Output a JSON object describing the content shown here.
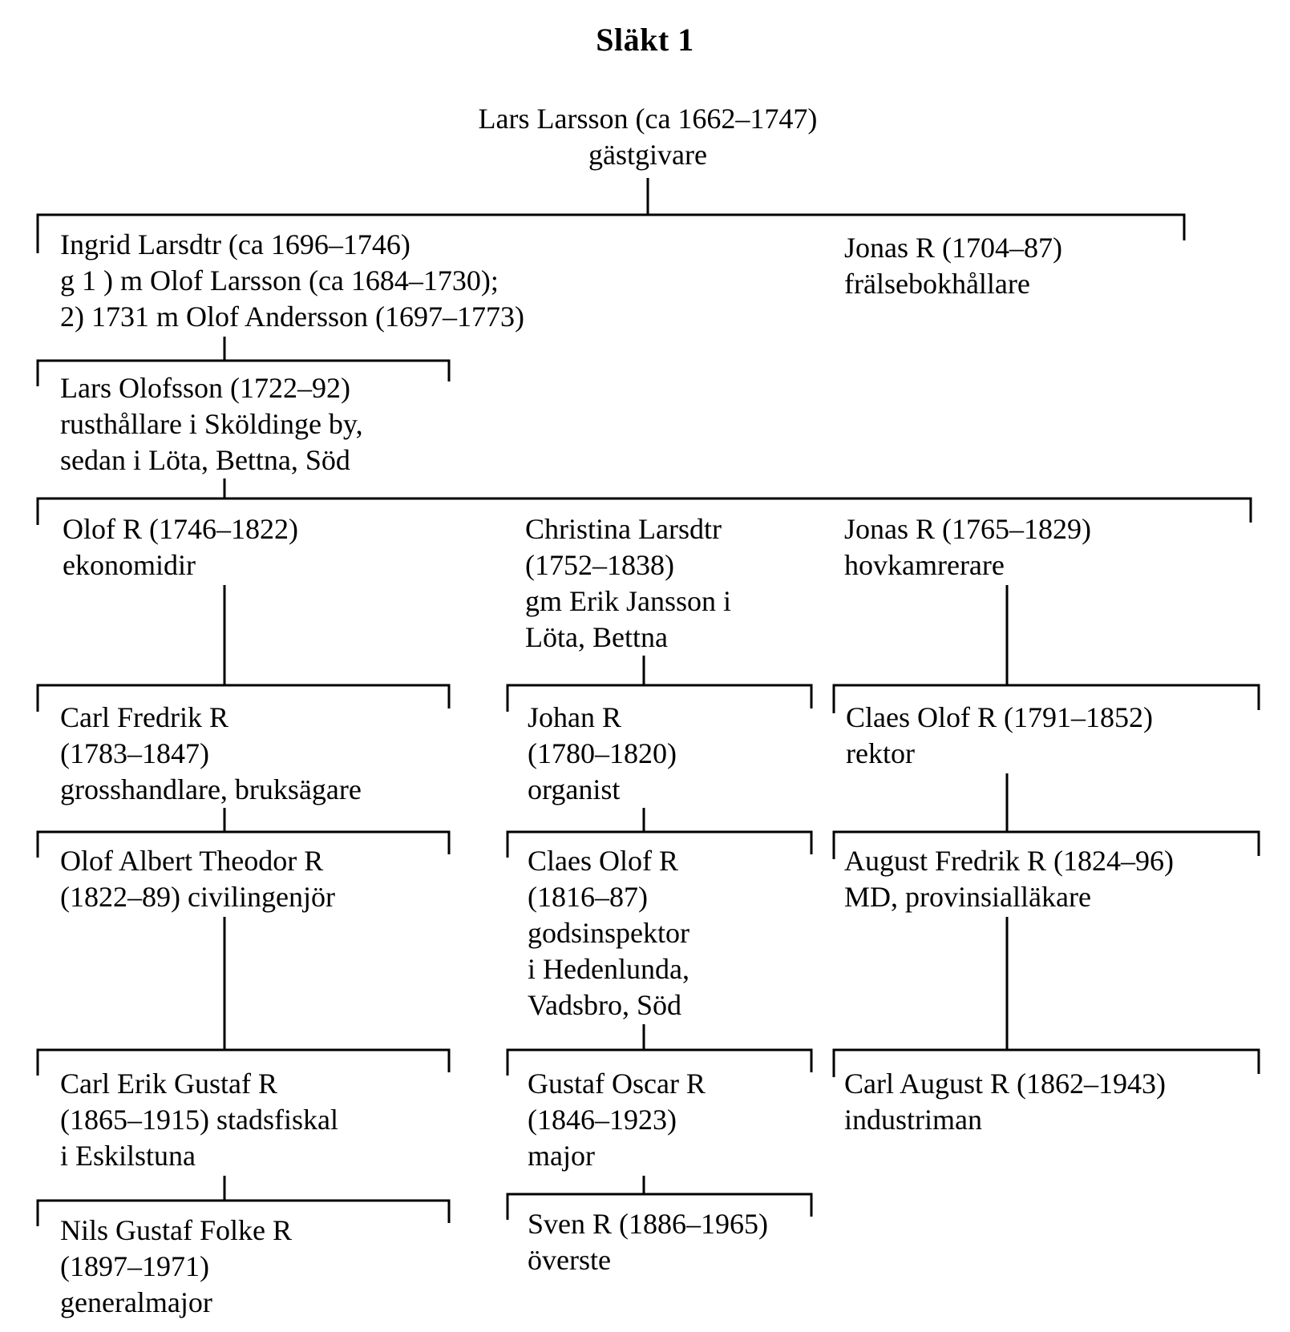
{
  "meta": {
    "ink_color": "#000000",
    "background_color": "#ffffff"
  },
  "title": "Släkt 1",
  "tree": {
    "root": {
      "lines": [
        "Lars Larsson (ca 1662–1747)",
        "gästgivare"
      ]
    },
    "ingrid": {
      "lines": [
        "Ingrid Larsdtr (ca 1696–1746)",
        "g 1 ) m Olof Larsson (ca 1684–1730);",
        "2) 1731 m Olof Andersson (1697–1773)"
      ]
    },
    "jonas1704": {
      "lines": [
        "Jonas R (1704–87)",
        "frälsebokhållare"
      ]
    },
    "larsolofsson": {
      "lines": [
        "Lars Olofsson (1722–92)",
        "rusthållare i Sköldinge by,",
        "sedan i Löta, Bettna, Söd"
      ]
    },
    "olofr": {
      "lines": [
        "Olof R (1746–1822)",
        "ekonomidir"
      ]
    },
    "christina": {
      "lines": [
        "Christina Larsdtr",
        "(1752–1838)",
        "gm Erik Jansson i",
        "Löta, Bettna"
      ]
    },
    "jonas1765": {
      "lines": [
        "Jonas R (1765–1829)",
        "hovkamrerare"
      ]
    },
    "carlfredrik": {
      "lines": [
        "Carl Fredrik R",
        "(1783–1847)",
        "grosshandlare, bruksägare"
      ]
    },
    "johan": {
      "lines": [
        "Johan R",
        "(1780–1820)",
        "organist"
      ]
    },
    "claesolof1791": {
      "lines": [
        "Claes Olof R (1791–1852)",
        "rektor"
      ]
    },
    "olofalbert": {
      "lines": [
        "Olof Albert Theodor R",
        "(1822–89) civilingenjör"
      ]
    },
    "claesolof1816": {
      "lines": [
        "Claes Olof R",
        "(1816–87)",
        "godsinspektor",
        "i Hedenlunda,",
        "Vadsbro, Söd"
      ]
    },
    "augustfredrik": {
      "lines": [
        "August Fredrik R (1824–96)",
        "MD, provinsialläkare"
      ]
    },
    "carlerikgustaf": {
      "lines": [
        "Carl Erik Gustaf R",
        "(1865–1915) stadsfiskal",
        "i Eskilstuna"
      ]
    },
    "gustafoscar": {
      "lines": [
        "Gustaf Oscar R",
        "(1846–1923)",
        "major"
      ]
    },
    "carlaugust": {
      "lines": [
        "Carl August R (1862–1943)",
        "industriman"
      ]
    },
    "nilsgustaf": {
      "lines": [
        "Nils Gustaf Folke R",
        "(1897–1971)",
        "generalmajor"
      ]
    },
    "svenr": {
      "lines": [
        "Sven R (1886–1965)",
        "överste"
      ]
    }
  }
}
